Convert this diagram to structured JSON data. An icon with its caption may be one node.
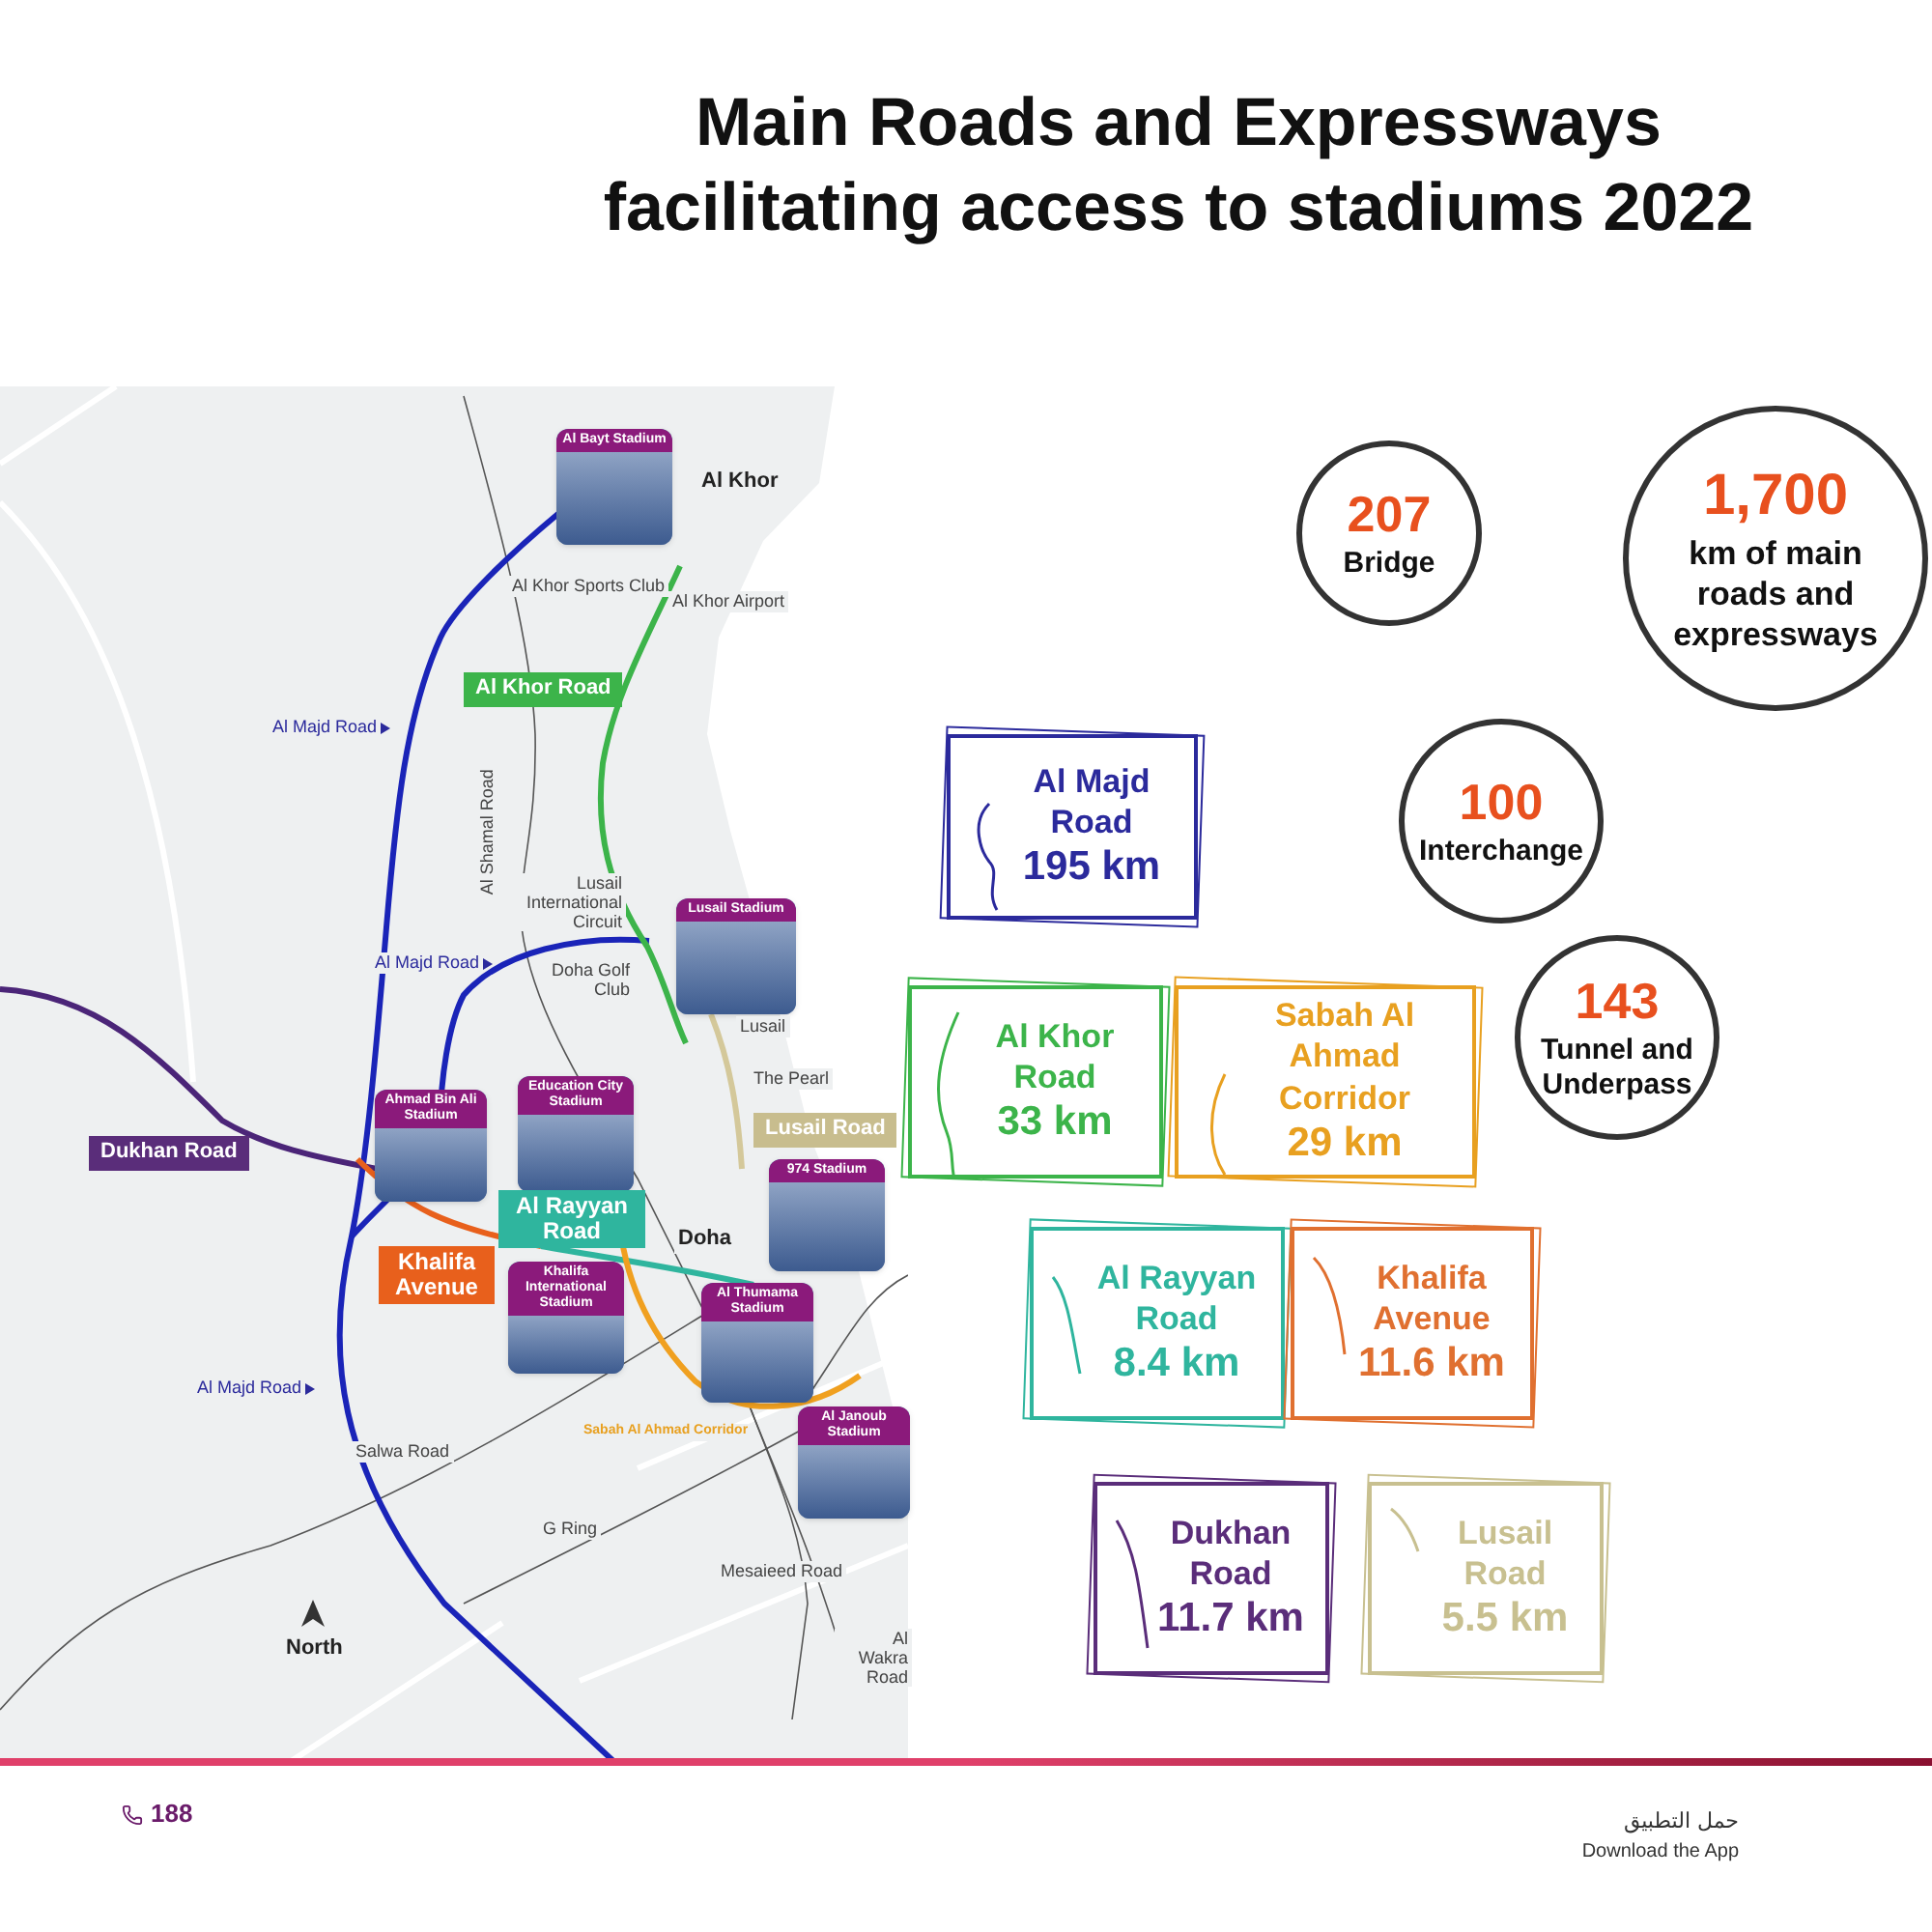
{
  "diagram": {
    "title": "Main Roads and Expressways facilitating access to stadiums 2022",
    "nodes": [
      {
        "text": [
          "Al Bayt Stadium"
        ]
      },
      {
        "text": [
          "207",
          "Bridge"
        ]
      },
      {
        "text": [
          "1,700",
          "km of main roads and expressways"
        ]
      },
      {
        "text": [
          "100",
          "Interchange"
        ]
      },
      {
        "text": [
          "Al Majd Road",
          "195 km"
        ]
      },
      {
        "text": [
          "Lusail Stadium"
        ]
      },
      {
        "text": [
          "143",
          "Tunnel and Underpass"
        ]
      },
      {
        "text": [
          "Al Khor Road",
          "33 km"
        ]
      },
      {
        "text": [
          "Sabah Al Ahmad Corridor",
          "29 km"
        ]
      },
      {
        "text": [
          "Ahmad Bin Ali Stadium"
        ]
      },
      {
        "text": [
          "Education City Stadium"
        ]
      },
      {
        "text": [
          "974 Stadium"
        ]
      },
      {
        "text": [
          "Khalifa International Stadium"
        ]
      },
      {
        "text": [
          "Al Rayyan Road",
          "8.4 km"
        ]
      },
      {
        "text": [
          "Khalifa Avenue",
          "11.6 km"
        ]
      },
      {
        "text": [
          "Al Thumama Stadium"
        ]
      },
      {
        "text": [
          "Al Janoub Stadium"
        ]
      },
      {
        "text": [
          "Dukhan Road",
          "11.7 km"
        ]
      },
      {
        "text": [
          "Lusail Road",
          "5.5 km"
        ]
      }
    ],
    "labels": [
      "Al Khor",
      "Al Khor Sports Club",
      "Al Khor Airport",
      "Al Khor Road",
      "Al Majd Road",
      "Al Shamal Road",
      "Lusail International Circuit",
      "Al Majd Road",
      "Doha Golf Club",
      "Lusail",
      "The Pearl",
      "Lusail Road",
      "Dukhan Road",
      "Al Rayyan Road",
      "Doha",
      "Khalifa Avenue",
      "Sabah Al Ahmad Corridor",
      "Al Majd Road",
      "Salwa Road",
      "G Ring",
      "Mesaieed Road",
      "North",
      "Al Wakra Road",
      "188",
      "حمل التطبيق",
      "Download the App"
    ]
  }
}
